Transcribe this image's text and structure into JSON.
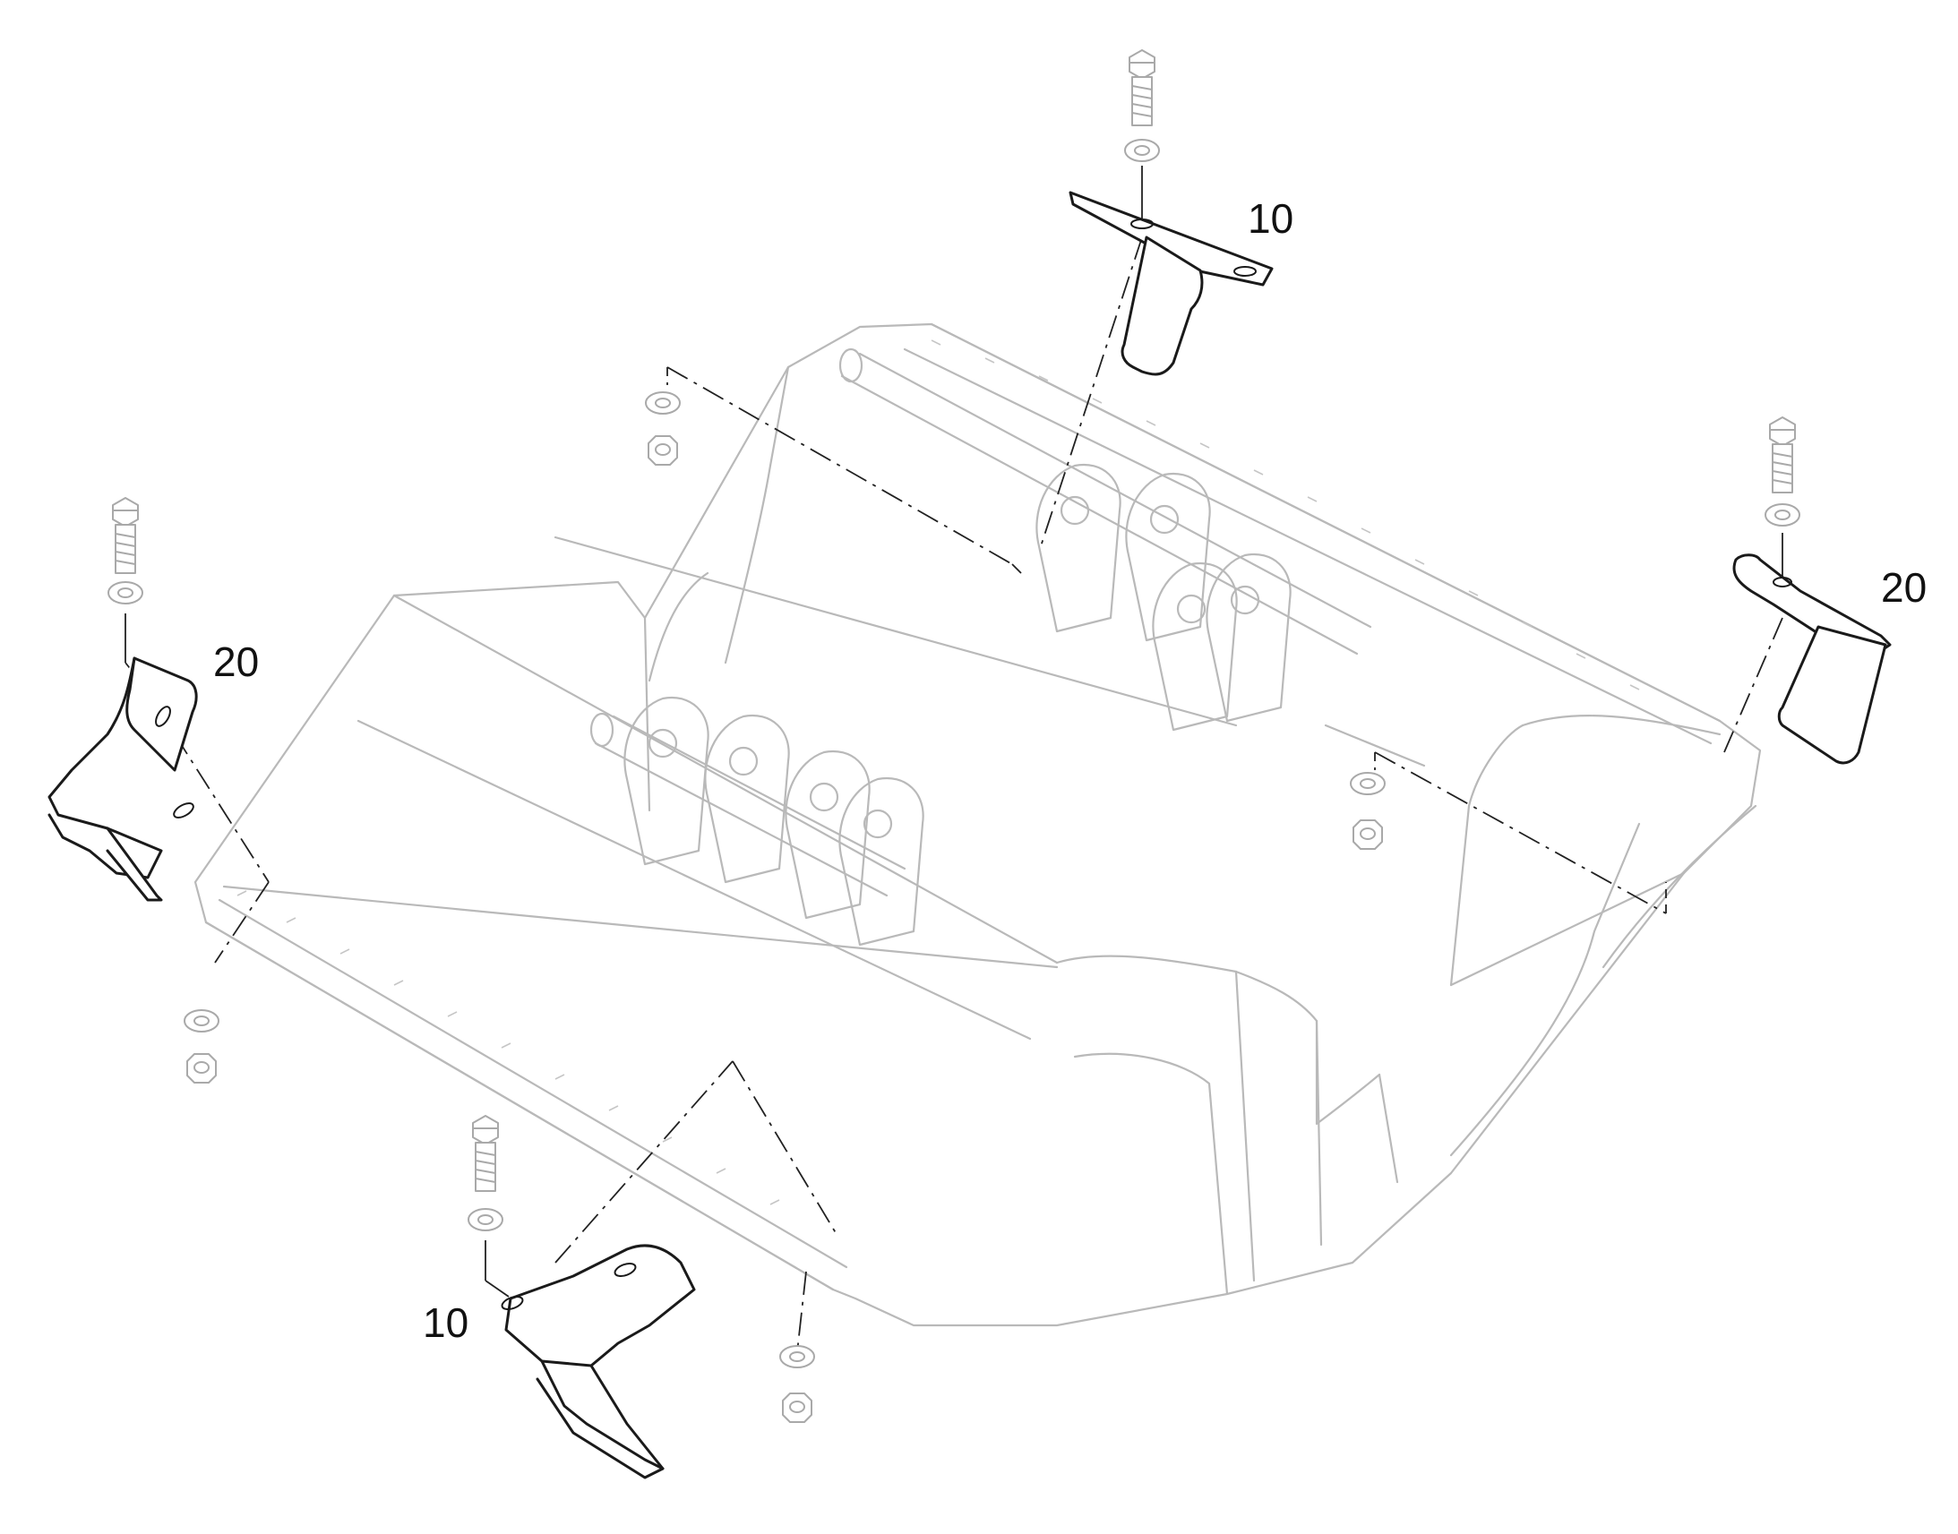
{
  "diagram": {
    "callouts": {
      "top_bracket": "10",
      "right_bracket": "20",
      "left_bracket": "20",
      "bottom_bracket": "10"
    }
  }
}
